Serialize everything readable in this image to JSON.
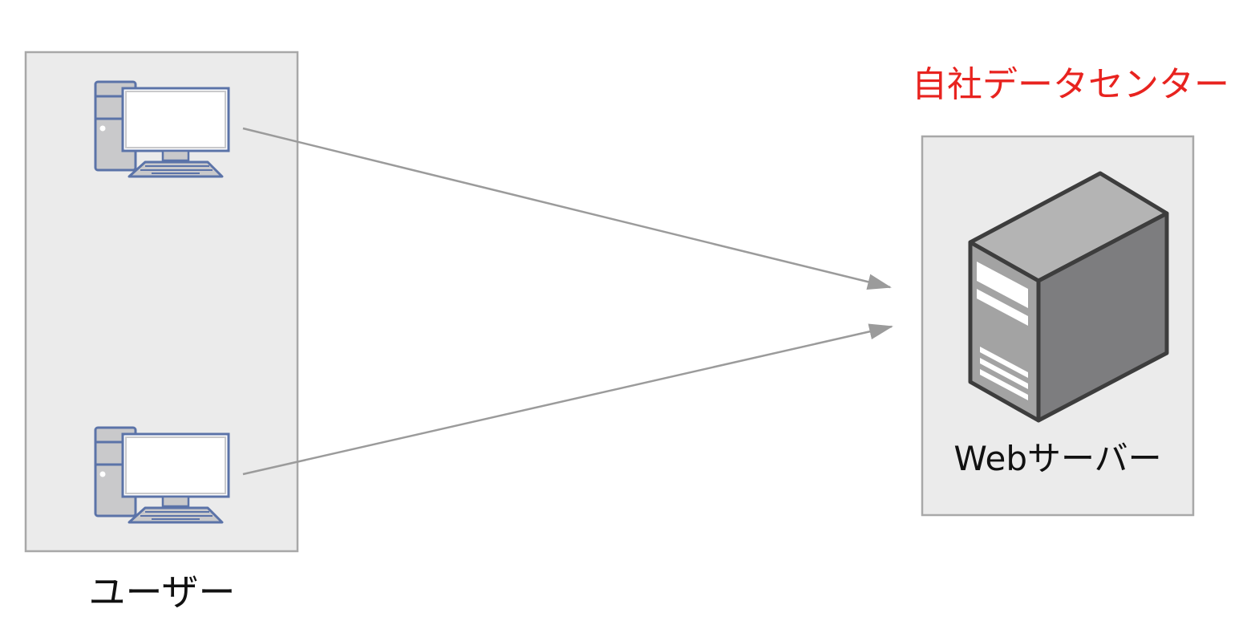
{
  "users": {
    "caption": "ユーザー",
    "clients": [
      {
        "icon": "desktop-computer-icon"
      },
      {
        "icon": "desktop-computer-icon"
      }
    ]
  },
  "datacenter": {
    "title": "自社データセンター",
    "title_color": "#e8231f"
  },
  "server": {
    "caption": "Webサーバー",
    "icon": "server-tower-icon"
  },
  "colors": {
    "box_fill": "#ebebeb",
    "box_border": "#a8a8a8",
    "arrow": "#9b9b9b",
    "computer_outline": "#5b73a8",
    "computer_fill": "#c9c9cb"
  },
  "connections": [
    {
      "from": "client-1",
      "to": "web-server"
    },
    {
      "from": "client-2",
      "to": "web-server"
    }
  ]
}
